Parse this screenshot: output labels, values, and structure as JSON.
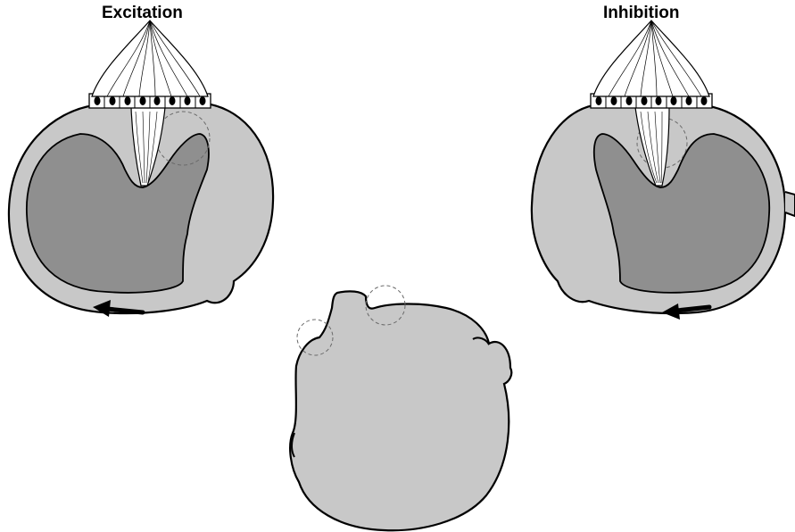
{
  "labels": {
    "left": "Excitation",
    "right": "Inhibition"
  },
  "colors": {
    "background": "#ffffff",
    "canal_wall": "#c8c8c8",
    "endolymph": "#8f8f8f",
    "outline": "#000000",
    "cupula_fill": "#ffffff",
    "dashed_circle": "#6a6a6a"
  },
  "icons": {
    "flow_arrow": "arrow-left-icon"
  },
  "diagram": {
    "panels": [
      "excitation",
      "inhibition",
      "head-top-view"
    ],
    "flow_direction": "left"
  }
}
